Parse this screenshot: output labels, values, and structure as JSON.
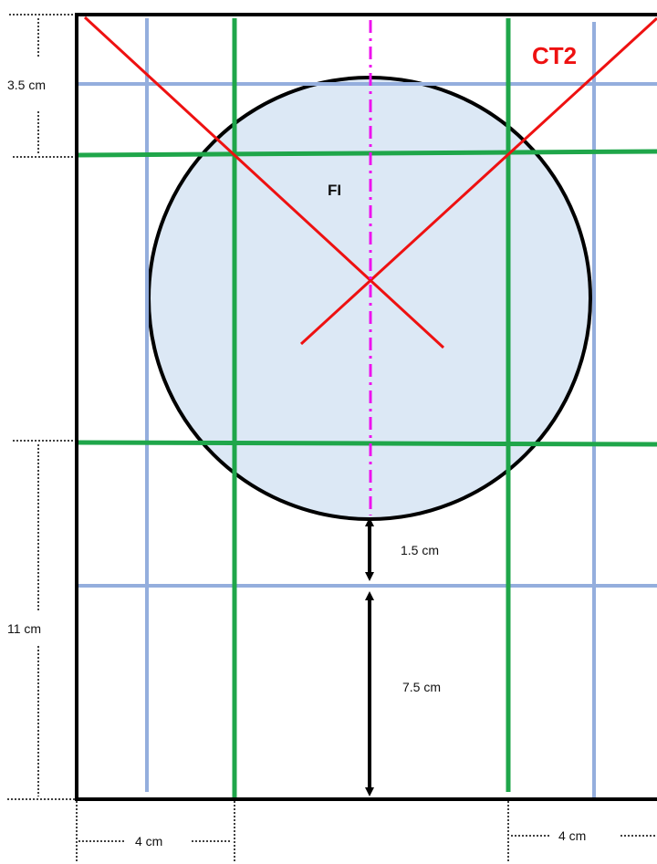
{
  "labels": {
    "ct": "CT2",
    "field": "FI",
    "top_margin": "3.5 cm",
    "gap_small": "1.5 cm",
    "gap_large": "7.5 cm",
    "bottom_height": "11 cm",
    "left_width": "4 cm",
    "right_width": "4 cm"
  },
  "colors": {
    "frame": "#000000",
    "circle_fill": "#dce8f5",
    "blue_line": "#94aedd",
    "green_line": "#1fa64a",
    "red_line": "#ee1111",
    "axis": "#ee11ee"
  }
}
